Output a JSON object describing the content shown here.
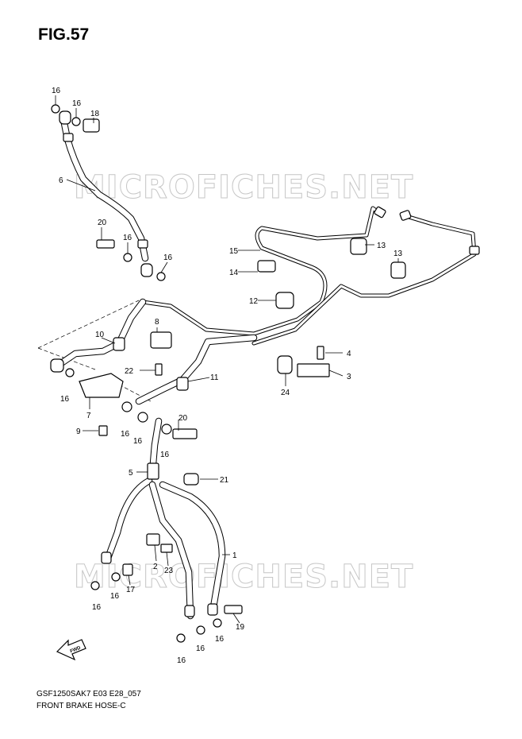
{
  "figure_title": "FIG.57",
  "watermark": "MICROFICHES.NET",
  "footer_code": "GSF1250SAK7 E03 E28_057",
  "footer_name": "FRONT BRAKE HOSE-C",
  "fwd_label": "FWD",
  "labels": {
    "p16a": "16",
    "p16b": "16",
    "p18": "18",
    "p6": "6",
    "p20a": "20",
    "p16c": "16",
    "p16d": "16",
    "p15": "15",
    "p14": "14",
    "p13a": "13",
    "p13b": "13",
    "p12": "12",
    "p8": "8",
    "p10": "10",
    "p4": "4",
    "p22": "22",
    "p3": "3",
    "p11": "11",
    "p24": "24",
    "p16e": "16",
    "p7": "7",
    "p9": "9",
    "p16f": "16",
    "p16g": "16",
    "p20b": "20",
    "p16h": "16",
    "p5": "5",
    "p21": "21",
    "p1": "1",
    "p2": "2",
    "p23": "23",
    "p17": "17",
    "p16i": "16",
    "p16j": "16",
    "p19": "19",
    "p16k": "16",
    "p16l": "16",
    "p16m": "16"
  }
}
